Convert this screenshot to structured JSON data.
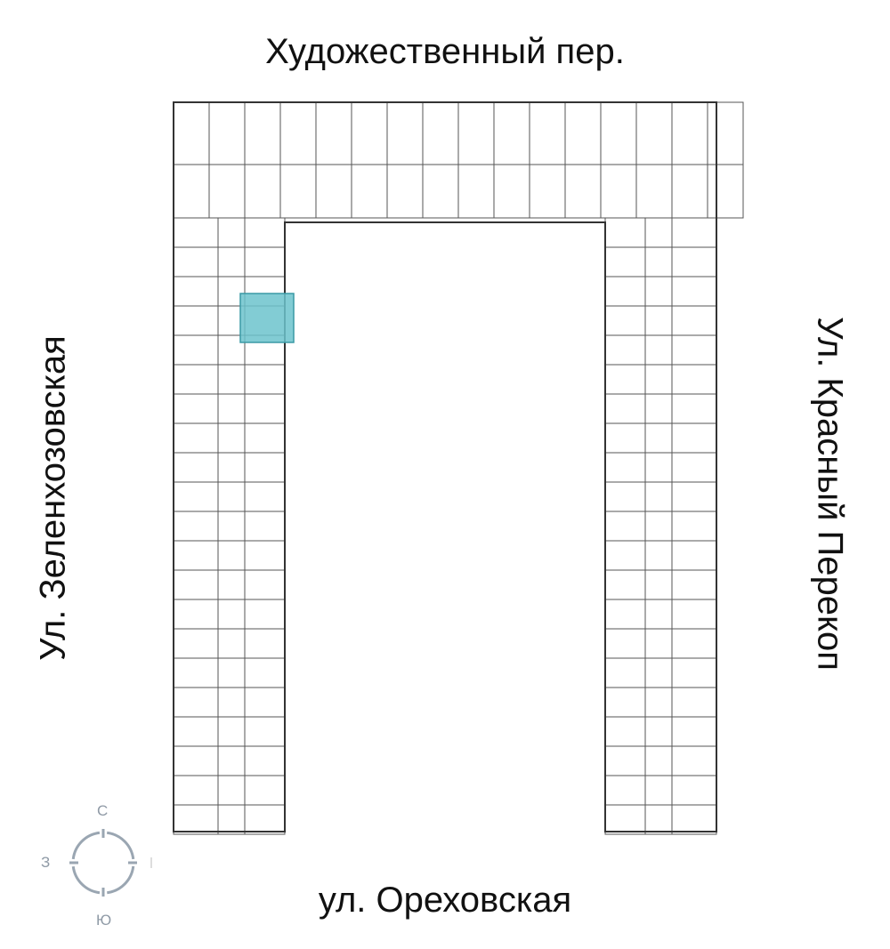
{
  "streets": {
    "north": "Художественный пер.",
    "south": "ул. Ореховская",
    "west": "Ул. Зеленхозовская",
    "east": "Ул. Красный Перекоп"
  },
  "compass": {
    "north": "С",
    "west": "З",
    "south": "Ю",
    "east": "В"
  },
  "highlight_color": "#6cc3cc",
  "selected_unit": {
    "state": "selected"
  }
}
